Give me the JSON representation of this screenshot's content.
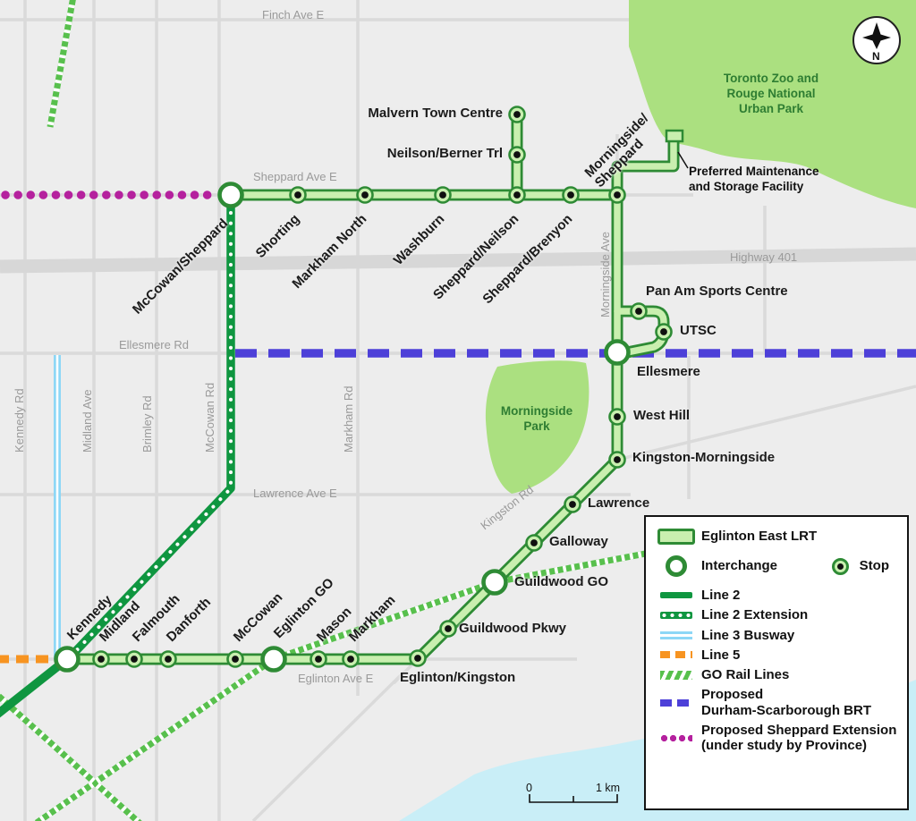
{
  "stations": [
    {
      "name": "Kennedy"
    },
    {
      "name": "Midland"
    },
    {
      "name": "Falmouth"
    },
    {
      "name": "Danforth"
    },
    {
      "name": "McCowan"
    },
    {
      "name": "Eglinton GO"
    },
    {
      "name": "Mason"
    },
    {
      "name": "Markham"
    },
    {
      "name": "Eglinton/Kingston"
    },
    {
      "name": "Guildwood Pkwy"
    },
    {
      "name": "Guildwood GO"
    },
    {
      "name": "Galloway"
    },
    {
      "name": "Lawrence"
    },
    {
      "name": "Kingston-Morningside"
    },
    {
      "name": "West Hill"
    },
    {
      "name": "Ellesmere"
    },
    {
      "name": "UTSC"
    },
    {
      "name": "Pan Am Sports Centre"
    },
    {
      "name": "Morningside/Sheppard",
      "l1": "Morningside/",
      "l2": "Sheppard"
    },
    {
      "name": "Sheppard/Brenyon"
    },
    {
      "name": "Sheppard/Neilson"
    },
    {
      "name": "Washburn"
    },
    {
      "name": "Markham North"
    },
    {
      "name": "Shorting"
    },
    {
      "name": "McCowan/Sheppard"
    },
    {
      "name": "Neilson/Berner Trl"
    },
    {
      "name": "Malvern Town Centre"
    }
  ],
  "roads": {
    "finch": "Finch Ave E",
    "sheppard": "Sheppard Ave E",
    "highway401": "Highway 401",
    "ellesmere": "Ellesmere Rd",
    "lawrence": "Lawrence Ave E",
    "eglinton": "Eglinton Ave E",
    "kennedy": "Kennedy Rd",
    "midland": "Midland Ave",
    "brimley": "Brimley Rd",
    "mccowan": "McCowan Rd",
    "markham": "Markham Rd",
    "morningside": "Morningside Ave",
    "kingston": "Kingston Rd"
  },
  "parks": {
    "zoo_l1": "Toronto Zoo and",
    "zoo_l2": "Rouge National",
    "zoo_l3": "Urban Park",
    "ms_l1": "Morningside",
    "ms_l2": "Park"
  },
  "msf": {
    "l1": "Preferred Maintenance",
    "l2": "and Storage Facility"
  },
  "compass": {
    "n": "N"
  },
  "scale": {
    "zero": "0",
    "km": "1 km"
  },
  "legend": {
    "lrt": "Eglinton East LRT",
    "interchange": "Interchange",
    "stop": "Stop",
    "line2": "Line 2",
    "line2_ext": "Line 2 Extension",
    "line3": "Line 3 Busway",
    "line5": "Line 5",
    "go": "GO Rail Lines",
    "brt_l1": "Proposed",
    "brt_l2": "Durham-Scarborough BRT",
    "shep_l1": "Proposed Sheppard Extension",
    "shep_l2": "(under study by Province)"
  },
  "colors": {
    "lrt_fill": "#c9efaf",
    "lrt_outline": "#2e8b35",
    "line2": "#0f9640",
    "line3_busway": "#8dd7f6",
    "line5": "#f79421",
    "go_rail": "#58c04d",
    "brt": "#4d40d8",
    "sheppard_extension": "#b5219e",
    "park": "#abe080",
    "water": "#c9eef7"
  }
}
